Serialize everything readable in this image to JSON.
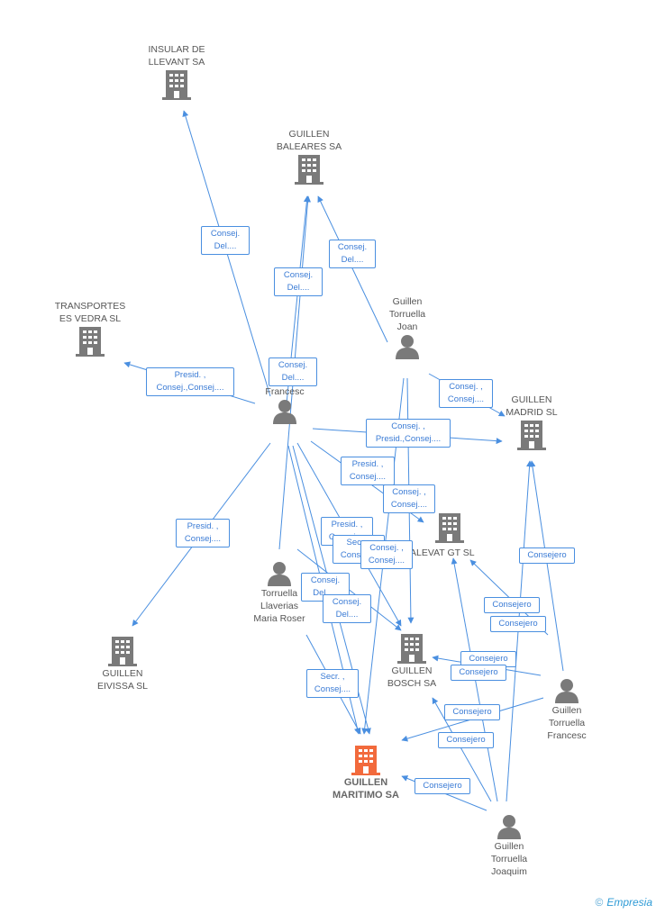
{
  "colors": {
    "edge": "#4a8fe0",
    "company": "#7a7a7a",
    "focus_company": "#f26a3c",
    "person": "#7a7a7a"
  },
  "nodes": [
    {
      "id": "insular",
      "kind": "company",
      "label": "INSULAR DE\nLLEVANT SA"
    },
    {
      "id": "baleares",
      "kind": "company",
      "label": "GUILLEN\nBALEARES SA"
    },
    {
      "id": "transportes",
      "kind": "company",
      "label": "TRANSPORTES\nES VEDRA SL"
    },
    {
      "id": "madrid",
      "kind": "company",
      "label": "GUILLEN\nMADRID SL"
    },
    {
      "id": "balevat",
      "kind": "company",
      "label": "BALEVAT GT SL"
    },
    {
      "id": "bosch",
      "kind": "company",
      "label": "GUILLEN\nBOSCH SA"
    },
    {
      "id": "eivissa",
      "kind": "company",
      "label": "GUILLEN\nEIVISSA SL"
    },
    {
      "id": "maritimo",
      "kind": "focus",
      "label": "GUILLEN\nMARITIMO SA"
    },
    {
      "id": "joan",
      "kind": "person",
      "label": "Guillen\nTorruella\nJoan"
    },
    {
      "id": "francesc_top",
      "kind": "person",
      "label": "Guillen\nFrancesc"
    },
    {
      "id": "roser",
      "kind": "person",
      "label": "Torruella\nLlaverias\nMaria Roser"
    },
    {
      "id": "francesc",
      "kind": "person",
      "label": "Guillen\nTorruella\nFrancesc"
    },
    {
      "id": "joaquim",
      "kind": "person",
      "label": "Guillen\nTorruella\nJoaquim"
    }
  ],
  "edge_labels": [
    "Consej.\nDel....",
    "Consej.\nDel....",
    "Consej.\nDel....",
    "Consej.\nDel....",
    "Presid. ,\nConsej.,Consej....",
    "Consej. ,\nConsej....",
    "Consej. ,\nPresid.,Consej....",
    "Presid. ,\nConsej....",
    "Consej. ,\nConsej....",
    "Presid. ,\nConsej....",
    "Presid. ,\nConsej....",
    "Secr. ,\nConsej....",
    "Consej. ,\nConsej....",
    "Consej.\nDel.,...",
    "Consej.\nDel....",
    "Secr. ,\nConsej....",
    "Consejero",
    "Consejero",
    "Consejero",
    "Consejero",
    "Consejero",
    "Consejero",
    "Consejero",
    "Consejero"
  ],
  "brand": {
    "copyright": "©",
    "name": "Empresia"
  }
}
